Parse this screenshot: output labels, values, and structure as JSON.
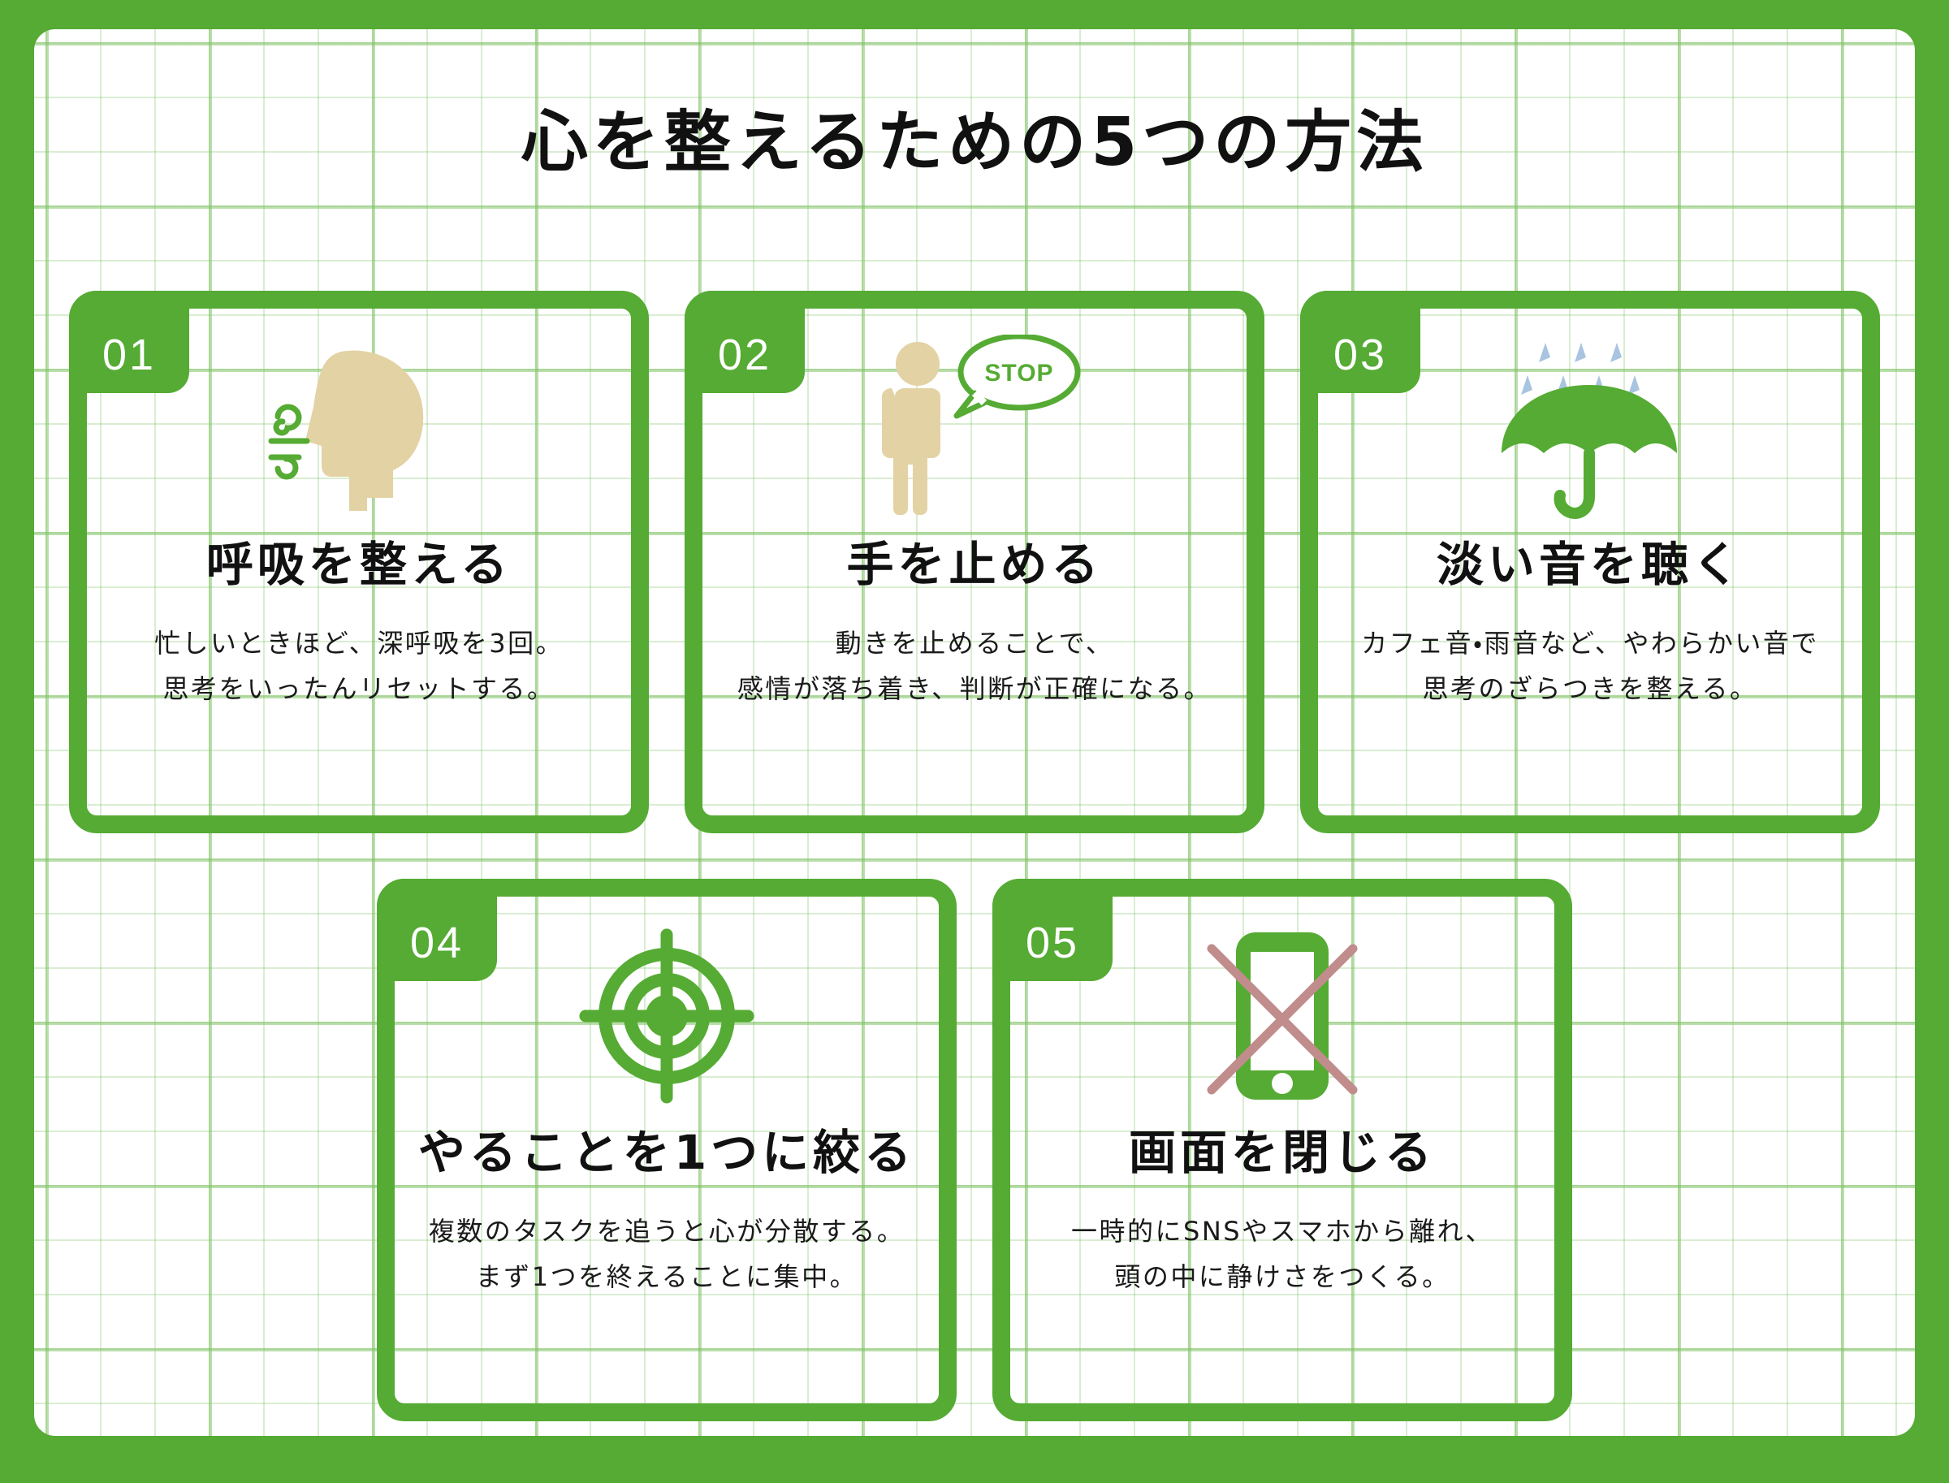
{
  "poster": {
    "title": "心を整えるための5つの方法",
    "accent_color": "#55ab33",
    "grid_line_color": "#cfe7c2",
    "sheet_color": "#ffffff",
    "skin_color": "#e3d2a4",
    "raindrop_color": "#a8c4e0",
    "cross_color": "#c08c8c",
    "text_color": "#111111"
  },
  "cards": [
    {
      "number": "01",
      "icon": "head-breathing-icon",
      "title": "呼吸を整える",
      "desc": "忙しいときほど、深呼吸を3回。\n思考をいったんリセットする。"
    },
    {
      "number": "02",
      "icon": "person-stop-icon",
      "icon_label": "STOP",
      "title": "手を止める",
      "desc": "動きを止めることで、\n感情が落ち着き、判断が正確になる。"
    },
    {
      "number": "03",
      "icon": "umbrella-rain-icon",
      "title": "淡い音を聴く",
      "desc": "カフェ音・雨音など、やわらかい音で\n思考のざらつきを整える。"
    },
    {
      "number": "04",
      "icon": "target-crosshair-icon",
      "title": "やることを1つに絞る",
      "desc": "複数のタスクを追うと心が分散する。\nまず1つを終えることに集中。"
    },
    {
      "number": "05",
      "icon": "phone-disabled-icon",
      "title": "画面を閉じる",
      "desc": "一時的にSNSやスマホから離れ、\n頭の中に静けさをつくる。"
    }
  ]
}
